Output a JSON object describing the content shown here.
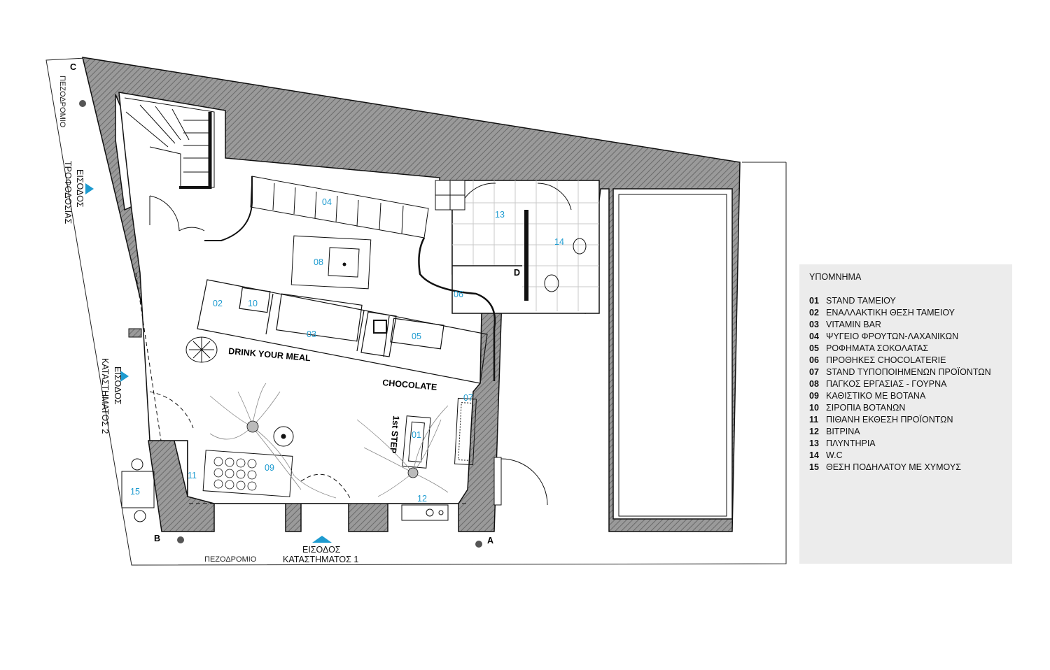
{
  "plan": {
    "rooms": {
      "r01": "01",
      "r02": "02",
      "r03": "03",
      "r04": "04",
      "r05": "05",
      "r06": "06",
      "r07": "07",
      "r08": "08",
      "r09": "09",
      "r10": "10",
      "r11": "11",
      "r12": "12",
      "r13": "13",
      "r14": "14",
      "r15": "15"
    },
    "labels": {
      "drink": "DRINK YOUR MEAL",
      "chocolate": "CHOCOLATE",
      "first_step": "1st STEP",
      "sidewalk_left": "ΠΕΖΟΔΡΟΜΙΟ",
      "sidewalk_bottom": "ΠΕΖΟΔΡΟΜΙΟ",
      "entrance_supply_1": "ΕΙΣΟΔΟΣ",
      "entrance_supply_2": "ΤΡΟΦΟΔΟΣΙΑΣ",
      "entrance_shop2_1": "ΕΙΣΟΔΟΣ",
      "entrance_shop2_2": "ΚΑΤΑΣΤΗΜΑΤΟΣ 2",
      "entrance_shop1_1": "ΕΙΣΟΔΟΣ",
      "entrance_shop1_2": "ΚΑΤΑΣΤΗΜΑΤΟΣ 1",
      "corner_a": "A",
      "corner_b": "B",
      "corner_c": "C",
      "corner_d": "D"
    },
    "colors": {
      "accent": "#1e9bd0",
      "wall_fill": "#8a8a8a",
      "legend_bg": "#ececec"
    }
  },
  "legend": {
    "title": "ΥΠΟΜΝΗΜΑ",
    "items": [
      {
        "num": "01",
        "label": "STAND ΤΑΜΕΙΟΥ"
      },
      {
        "num": "02",
        "label": "ΕΝΑΛΛΑΚΤΙΚΗ ΘΕΣΗ ΤΑΜΕΙΟΥ"
      },
      {
        "num": "03",
        "label": "VITAMIN BAR"
      },
      {
        "num": "04",
        "label": "ΨΥΓΕΙΟ ΦΡΟΥΤΩΝ-ΛΑΧΑΝΙΚΩΝ"
      },
      {
        "num": "05",
        "label": "ΡΟΦΗΜΑΤΑ ΣΟΚΟΛΑΤΑΣ"
      },
      {
        "num": "06",
        "label": "ΠΡΟΘΗΚΕΣ CHOCOLATERIE"
      },
      {
        "num": "07",
        "label": "STAND ΤΥΠΟΠΟΙΗΜΕΝΩΝ ΠΡΟΪΟΝΤΩΝ"
      },
      {
        "num": "08",
        "label": "ΠΑΓΚΟΣ ΕΡΓΑΣΙΑΣ - ΓΟΥΡΝΑ"
      },
      {
        "num": "09",
        "label": "ΚΑΘΙΣΤΙΚΟ ΜΕ ΒΟΤΑΝΑ"
      },
      {
        "num": "10",
        "label": "ΣΙΡΟΠΙΑ ΒΟΤΑΝΩΝ"
      },
      {
        "num": "11",
        "label": "ΠΙΘΑΝΗ ΕΚΘΕΣΗ ΠΡΟΪΟΝΤΩΝ"
      },
      {
        "num": "12",
        "label": "ΒΙΤΡΙΝΑ"
      },
      {
        "num": "13",
        "label": "ΠΛΥΝΤΗΡΙΑ"
      },
      {
        "num": "14",
        "label": "W.C"
      },
      {
        "num": "15",
        "label": "ΘΕΣΗ ΠΟΔΗΛΑΤΟΥ ΜΕ ΧΥΜΟΥΣ"
      }
    ]
  }
}
